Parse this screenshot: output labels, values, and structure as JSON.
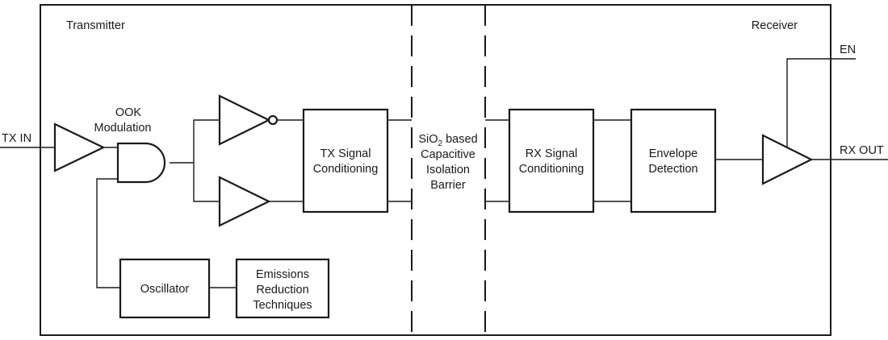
{
  "sections": {
    "transmitter": "Transmitter",
    "receiver": "Receiver"
  },
  "pins": {
    "tx_in": "TX IN",
    "en": "EN",
    "rx_out": "RX OUT"
  },
  "blocks": {
    "ook_modulation": [
      "OOK",
      "Modulation"
    ],
    "tx_signal_conditioning": [
      "TX Signal",
      "Conditioning"
    ],
    "oscillator": "Oscillator",
    "emissions_reduction": [
      "Emissions",
      "Reduction",
      "Techniques"
    ],
    "isolation_barrier": {
      "prefix": "SiO",
      "subscript": "2",
      "suffix": " based",
      "lines": [
        "Capacitive",
        "Isolation",
        "Barrier"
      ]
    },
    "rx_signal_conditioning": [
      "RX Signal",
      "Conditioning"
    ],
    "envelope_detection": [
      "Envelope",
      "Detection"
    ]
  }
}
